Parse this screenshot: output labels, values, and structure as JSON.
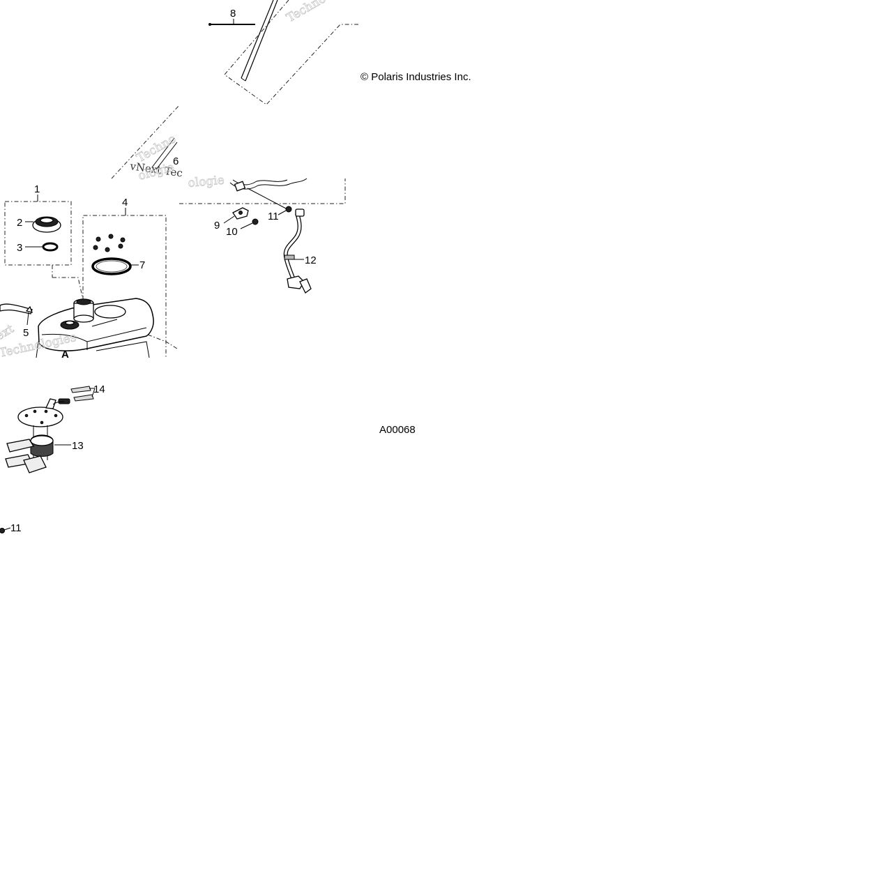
{
  "copyright": "© Polaris Industries Inc.",
  "diagram_code": "A00068",
  "callouts": {
    "c1": "1",
    "c2": "2",
    "c3": "3",
    "c4": "4",
    "c5": "5",
    "c6": "6",
    "c7": "7",
    "c8": "8",
    "c9": "9",
    "c10": "10",
    "c11a": "11",
    "c11b": "11",
    "c12": "12",
    "c13": "13",
    "c14": "14"
  },
  "watermark": {
    "a": "Techno",
    "b": "vNext Tec",
    "c": "Technologies",
    "d": "ologie",
    "e": "ext"
  }
}
